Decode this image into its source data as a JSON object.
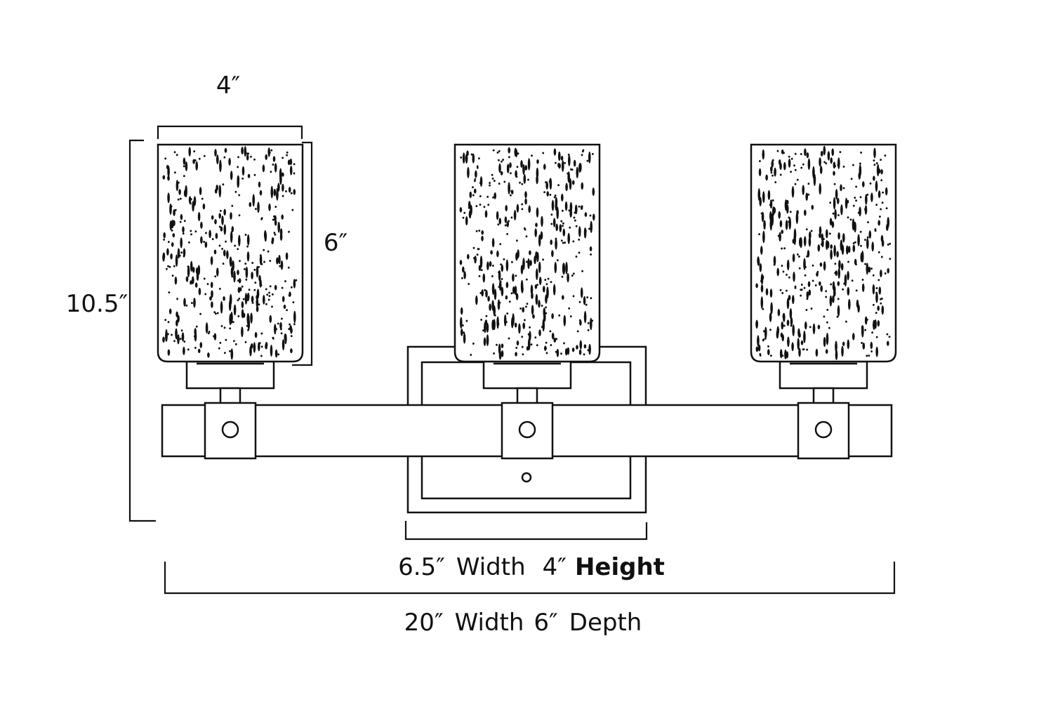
{
  "title": "Three-light vanity fixture dimension drawing",
  "dimensions": {
    "shade_width": "4″",
    "shade_height": "6″",
    "overall_height": "10.5″",
    "backplate": {
      "width": "6.5″",
      "width_word": "Width",
      "height": "4″",
      "height_word": "Height"
    },
    "overall": {
      "width": "20″",
      "width_word": "Width",
      "depth": "6″",
      "depth_word": "Depth"
    }
  },
  "colors": {
    "line": "#111111",
    "background": "#ffffff"
  }
}
